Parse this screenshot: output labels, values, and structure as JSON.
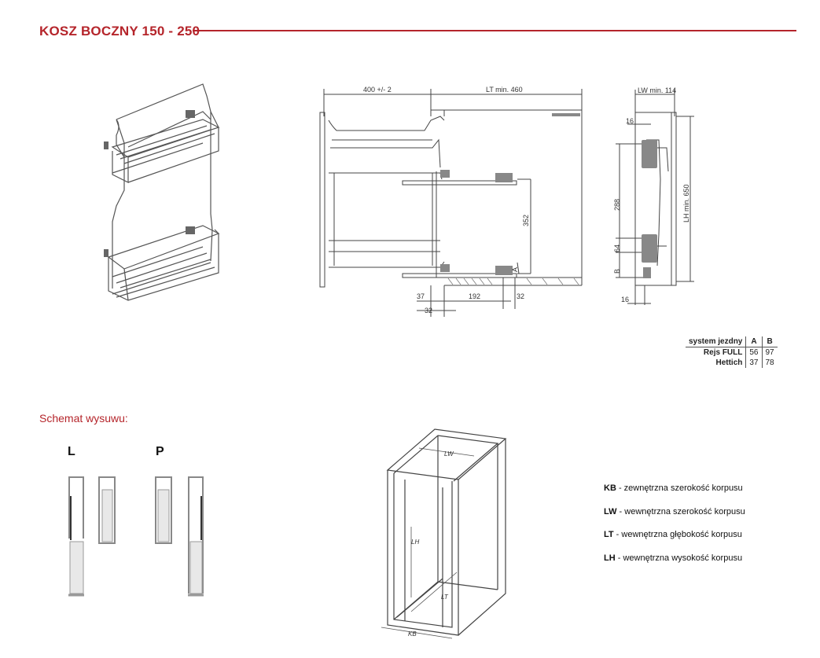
{
  "header": {
    "title": "KOSZ BOCZNY 150 - 250"
  },
  "dimensions": {
    "side_width": "400 +/- 2",
    "lt_min": "LT min. 460",
    "lw_min": "LW min. 114",
    "lh_min": "LH min. 650",
    "h352": "352",
    "h288": "288",
    "h64": "64",
    "d16_top": "16",
    "d16_bottom": "16",
    "b_label": "B",
    "a_label": "A",
    "b37": "37",
    "b192": "192",
    "b32_right": "32",
    "b32_bottom": "32"
  },
  "system_table": {
    "headers": [
      "system jezdny",
      "A",
      "B"
    ],
    "rows": [
      [
        "Rejs FULL",
        "56",
        "97"
      ],
      [
        "Hettich",
        "37",
        "78"
      ]
    ]
  },
  "schemat": {
    "title": "Schemat wysuwu:",
    "left_label": "L",
    "right_label": "P"
  },
  "cabinet_labels": {
    "lw": "LW",
    "lh": "LH",
    "lt": "LT",
    "kb": "KB"
  },
  "legend": [
    {
      "abbr": "KB",
      "text": " - zewnętrzna szerokość korpusu"
    },
    {
      "abbr": "LW",
      "text": " - wewnętrzna szerokość korpusu"
    },
    {
      "abbr": "LT",
      "text": " - wewnętrzna głębokość korpusu"
    },
    {
      "abbr": "LH",
      "text": " - wewnętrzna wysokość korpusu"
    }
  ],
  "colors": {
    "brand": "#b5252b",
    "line": "#444444"
  }
}
